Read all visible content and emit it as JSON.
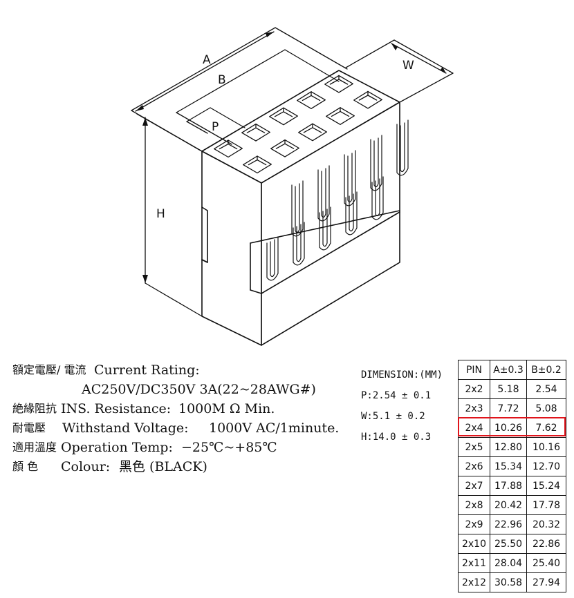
{
  "drawing": {
    "dimension_labels": {
      "a": "A",
      "b": "B",
      "p": "P",
      "w": "W",
      "h": "H"
    }
  },
  "specs": {
    "current_rating": {
      "cn": "額定電壓/ 電流",
      "label": "Current  Rating:",
      "value": "AC250V/DC350V  3A(22~28AWG#)"
    },
    "insulation": {
      "cn": "絶緣阻抗",
      "label": "INS. Resistance:",
      "value": "1000M Ω  Min."
    },
    "withstand": {
      "cn": "耐電壓",
      "label": "Withstand  Voltage:",
      "value": "1000V  AC/1minute."
    },
    "operation": {
      "cn": "適用溫度",
      "label": "Operation  Temp:",
      "value": "−25℃~+85℃"
    },
    "colour": {
      "cn": "顏      色",
      "label": "Colour:",
      "value": "黑色 (BLACK)"
    }
  },
  "dimensions": {
    "title": "DIMENSION:(MM)",
    "p": "P:2.54 ± 0.1",
    "w": "W:5.1 ± 0.2",
    "h": "H:14.0 ± 0.3"
  },
  "pin_table": {
    "headers": [
      "PIN",
      "A±0.3",
      "B±0.2"
    ],
    "highlighted_row": "2x4",
    "highlight_color": "#e0141b",
    "rows": [
      [
        "2x2",
        "5.18",
        "2.54"
      ],
      [
        "2x3",
        "7.72",
        "5.08"
      ],
      [
        "2x4",
        "10.26",
        "7.62"
      ],
      [
        "2x5",
        "12.80",
        "10.16"
      ],
      [
        "2x6",
        "15.34",
        "12.70"
      ],
      [
        "2x7",
        "17.88",
        "15.24"
      ],
      [
        "2x8",
        "20.42",
        "17.78"
      ],
      [
        "2x9",
        "22.96",
        "20.32"
      ],
      [
        "2x10",
        "25.50",
        "22.86"
      ],
      [
        "2x11",
        "28.04",
        "25.40"
      ],
      [
        "2x12",
        "30.58",
        "27.94"
      ]
    ]
  }
}
